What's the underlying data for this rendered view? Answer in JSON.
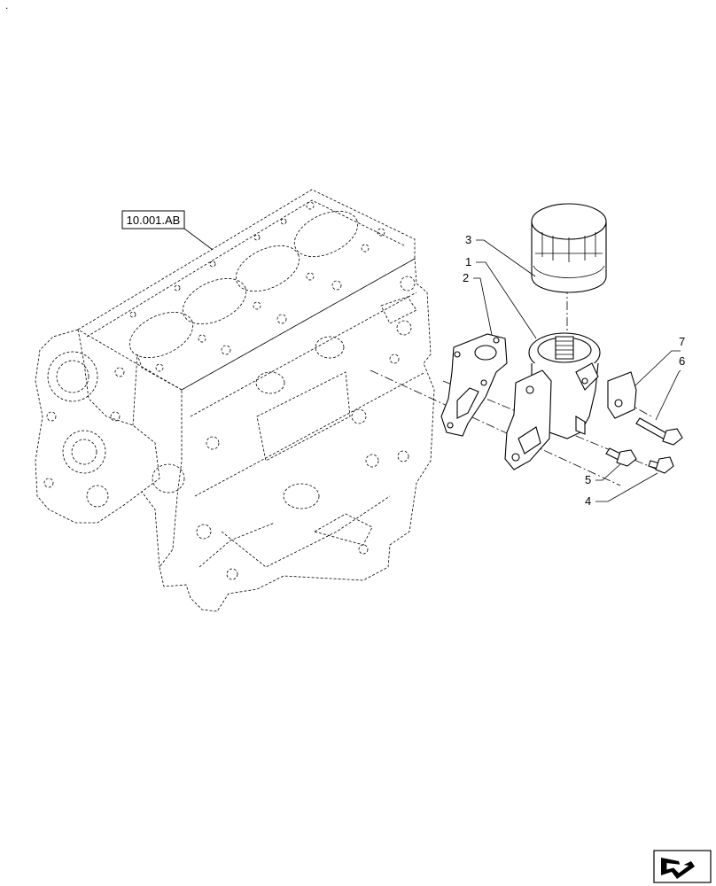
{
  "corner_mark": ".",
  "reference_box": {
    "text": "10.001.AB"
  },
  "callouts": [
    {
      "id": "c1",
      "number": "1"
    },
    {
      "id": "c2",
      "number": "2"
    },
    {
      "id": "c3",
      "number": "3"
    },
    {
      "id": "c4",
      "number": "4"
    },
    {
      "id": "c5",
      "number": "5"
    },
    {
      "id": "c6",
      "number": "6"
    },
    {
      "id": "c7",
      "number": "7"
    }
  ],
  "parts": {
    "engine_block": "engine-block",
    "oil_filter": "oil-filter",
    "filter_support": "oil-filter-support",
    "gasket": "gasket",
    "bracket": "bracket",
    "long_screw": "screw",
    "short_screw_upper": "screw",
    "short_screw_lower": "screw"
  },
  "nav_icon": "navigation-arrow-icon"
}
